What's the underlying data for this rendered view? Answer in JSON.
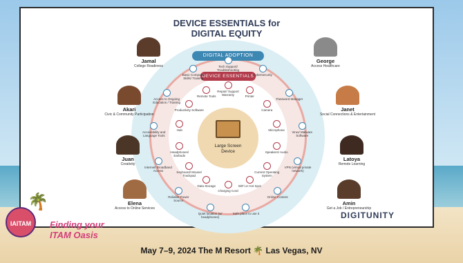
{
  "title_line1": "DEVICE ESSENTIALS for",
  "title_line2": "DIGITAL EQUITY",
  "digital_adoption": "DIGITAL ADOPTION",
  "device_essentials": "DEVICE ESSENTIALS",
  "core_label_1": "Large Screen",
  "core_label_2": "Device",
  "ring_items": [
    "Tech Support/ Troubleshooting",
    "Cybersecurity",
    "Password Manager",
    "Virus/ Malware Software",
    "VPN (virtual private network)",
    "Online Content",
    "Safe place to use it",
    "Quiet location (w/ headphones)",
    "Reliable Power Source",
    "Internet/ Broadband Access",
    "Accessibility and Language Tools",
    "Access to Ongoing Education / Training",
    "Basic Computer Skills/ Training",
    "Repair/ Support Warranty",
    "Printer",
    "Camera",
    "Microphone",
    "Speakers/ Audio",
    "Current Operating System",
    "WiFi or Hot Spot",
    "Charging Cord",
    "Data Storage",
    "Keyboard/ Mouse/ Trackpad",
    "Headphones/ Earbuds",
    "Hub",
    "Productivity Software",
    "Remote Tools"
  ],
  "people": [
    {
      "name": "Jamal",
      "role": "College Readiness"
    },
    {
      "name": "Akari",
      "role": "Civic & Community Participation"
    },
    {
      "name": "Juan",
      "role": "Creativity"
    },
    {
      "name": "Elena",
      "role": "Access to Online Services"
    },
    {
      "name": "George",
      "role": "Access Healthcare"
    },
    {
      "name": "Janet",
      "role": "Social Connections & Entertainment"
    },
    {
      "name": "Latoya",
      "role": "Remote Learning"
    },
    {
      "name": "Amin",
      "role": "Get a Job / Entrepreneurship"
    }
  ],
  "logo_badge": "IAITAM",
  "oasis_line1": "Finding your",
  "oasis_line2": "ITAM Oasis",
  "footer": "May 7–9, 2024  The M Resort  🌴 Las Vegas, NV",
  "brand": "DIGITUNITY"
}
